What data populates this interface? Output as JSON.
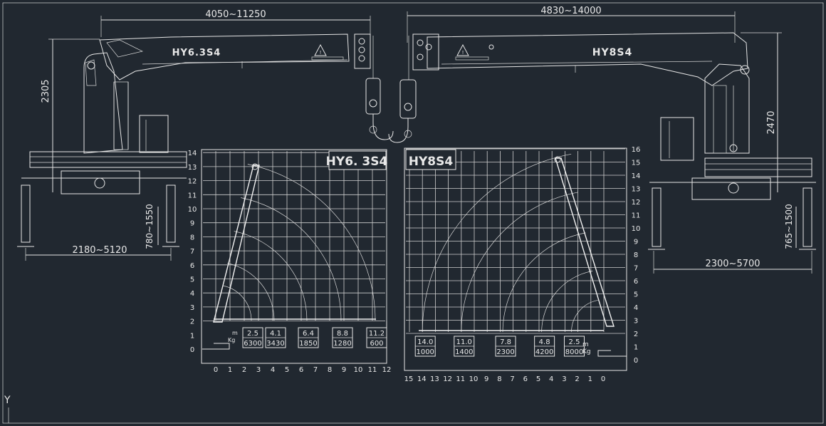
{
  "left_crane": {
    "model": "HY6.3S4",
    "dim_top": "4050~11250",
    "dim_height": "2305",
    "dim_bottom": "2180~5120",
    "dim_leg": "780~1550"
  },
  "right_crane": {
    "model": "HY8S4",
    "dim_top": "4830~14000",
    "dim_height": "2470",
    "dim_bottom": "2300~5700",
    "dim_leg": "765~1500"
  },
  "chart_left": {
    "title": "HY6. 3S4",
    "y_ticks": [
      "0",
      "1",
      "2",
      "3",
      "4",
      "5",
      "6",
      "7",
      "8",
      "9",
      "10",
      "11",
      "12",
      "13",
      "14"
    ],
    "x_ticks": [
      "0",
      "1",
      "2",
      "3",
      "4",
      "5",
      "6",
      "7",
      "8",
      "9",
      "10",
      "11",
      "12"
    ],
    "unit_m": "m",
    "unit_kg": "Kg",
    "load_table": [
      {
        "radius": "2.5",
        "load": "6300"
      },
      {
        "radius": "4.1",
        "load": "3430"
      },
      {
        "radius": "6.4",
        "load": "1850"
      },
      {
        "radius": "8.8",
        "load": "1280"
      },
      {
        "radius": "11.2",
        "load": "600"
      }
    ]
  },
  "chart_right": {
    "title": "HY8S4",
    "y_ticks": [
      "0",
      "1",
      "2",
      "3",
      "4",
      "5",
      "6",
      "7",
      "8",
      "9",
      "10",
      "11",
      "12",
      "13",
      "14",
      "15",
      "16"
    ],
    "x_ticks": [
      "15",
      "14",
      "13",
      "12",
      "11",
      "10",
      "9",
      "8",
      "7",
      "6",
      "5",
      "4",
      "3",
      "2",
      "1",
      "0"
    ],
    "unit_m": "m",
    "unit_kg": "Kg",
    "load_table": [
      {
        "radius": "14.0",
        "load": "1000"
      },
      {
        "radius": "11.0",
        "load": "1400"
      },
      {
        "radius": "7.8",
        "load": "2300"
      },
      {
        "radius": "4.8",
        "load": "4200"
      },
      {
        "radius": "2.5",
        "load": "8000"
      }
    ]
  },
  "ucs_label": "Y"
}
